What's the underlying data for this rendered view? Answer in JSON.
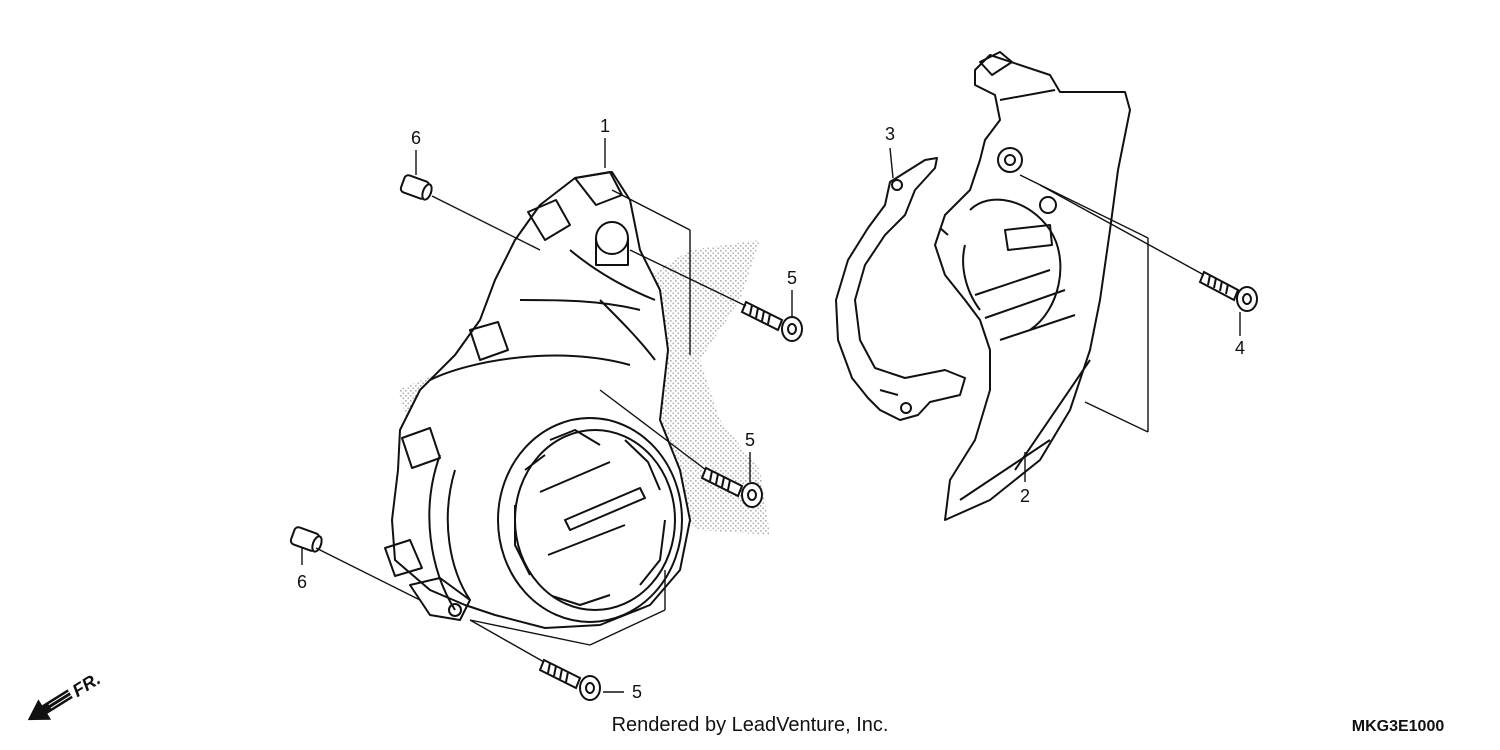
{
  "diagram": {
    "callouts": [
      {
        "id": "callout-1",
        "label": "1"
      },
      {
        "id": "callout-2",
        "label": "2"
      },
      {
        "id": "callout-3",
        "label": "3"
      },
      {
        "id": "callout-4",
        "label": "4"
      },
      {
        "id": "callout-5a",
        "label": "5"
      },
      {
        "id": "callout-5b",
        "label": "5"
      },
      {
        "id": "callout-5c",
        "label": "5"
      },
      {
        "id": "callout-6a",
        "label": "6"
      },
      {
        "id": "callout-6b",
        "label": "6"
      }
    ],
    "front_arrow_label": "FR.",
    "credit": "Rendered by LeadVenture, Inc.",
    "diagram_code": "MKG3E1000"
  },
  "colors": {
    "line": "#111111",
    "stipple": "#9a9a9a",
    "background": "#ffffff"
  }
}
